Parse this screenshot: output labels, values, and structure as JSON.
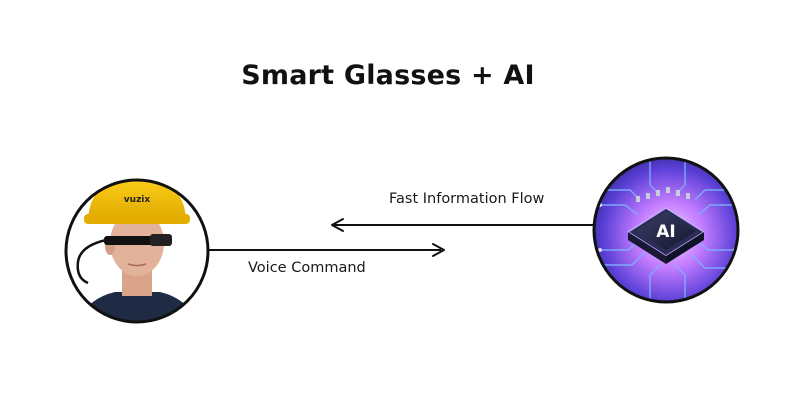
{
  "title": "Smart Glasses + AI",
  "labels": {
    "fast_flow": "Fast Information Flow",
    "voice_command": "Voice Command"
  },
  "left_node": {
    "helmet_brand": "vuzix",
    "icon": "person-smart-glasses-icon"
  },
  "right_node": {
    "chip_text": "AI",
    "icon": "ai-chip-icon"
  },
  "colors": {
    "arrow": "#111111",
    "circle_border": "#111111",
    "helmet": "#f2c200",
    "chip_glow": "#b35cff",
    "circuit_blue": "#3a5bd9"
  }
}
